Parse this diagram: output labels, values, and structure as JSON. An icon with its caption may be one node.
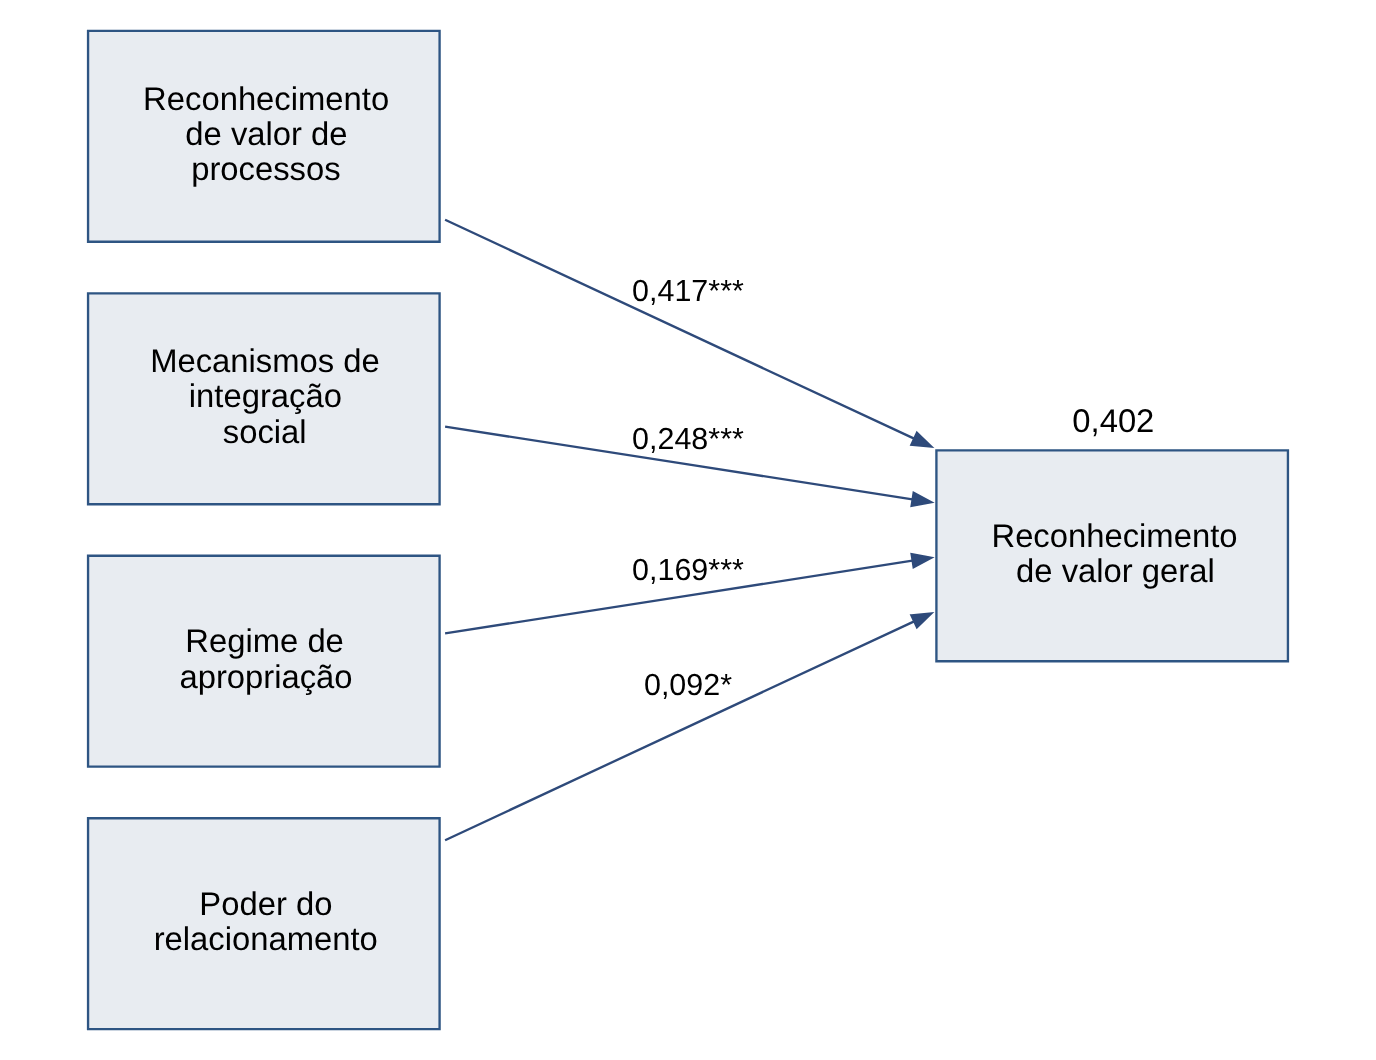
{
  "diagram": {
    "nodes": [
      {
        "text": [
          "Reconhecimento de valor de processos"
        ]
      },
      {
        "text": [
          "Mecanismos de integração social"
        ]
      },
      {
        "text": [
          "Regime de apropriação"
        ]
      },
      {
        "text": [
          "Poder do relacionamento"
        ]
      },
      {
        "text": [
          "Reconhecimento de valor geral"
        ],
        "beside": [
          "0,402"
        ]
      }
    ],
    "edges": [
      {
        "from": 0,
        "to": 4,
        "arrow": "to",
        "label": "0,417***"
      },
      {
        "from": 1,
        "to": 4,
        "arrow": "to",
        "label": "0,248***"
      },
      {
        "from": 2,
        "to": 4,
        "arrow": "to",
        "label": "0,169***"
      },
      {
        "from": 3,
        "to": 4,
        "arrow": "to",
        "label": "0,092*"
      }
    ]
  }
}
